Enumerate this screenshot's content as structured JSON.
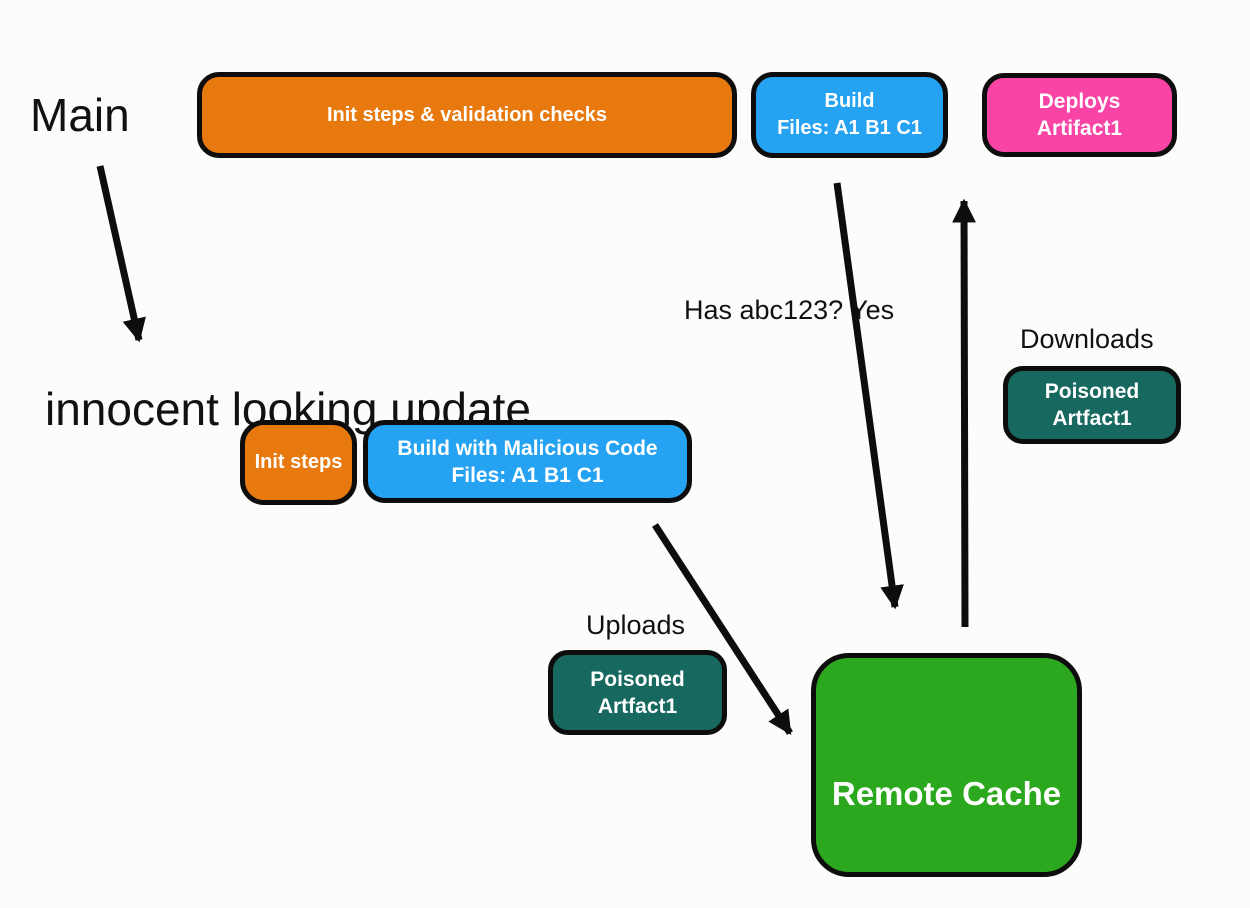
{
  "colors": {
    "background": "#FCFCFB",
    "outline": "#0d0d0d",
    "orange": "#E8790F",
    "blue": "#25A2F2",
    "pink": "#FA44A5",
    "teal": "#17685F",
    "green": "#2BA81D",
    "text": "#111111",
    "node_text": "#FFFFFF"
  },
  "branch_labels": {
    "main": "Main",
    "update_lines": [
      "innocent",
      "looking",
      "update"
    ]
  },
  "annotations": {
    "cache_check_lines": [
      "Has abc123?",
      "Yes"
    ],
    "downloads": "Downloads",
    "uploads": "Uploads"
  },
  "nodes": {
    "init_validation": {
      "lines": [
        "Init steps & validation checks"
      ]
    },
    "build_main": {
      "lines": [
        "Build",
        "Files: A1 B1 C1"
      ]
    },
    "deploys_artifact": {
      "lines": [
        "Deploys",
        "Artifact1"
      ]
    },
    "init_steps": {
      "lines": [
        "Init steps"
      ]
    },
    "build_malicious": {
      "lines": [
        "Build with Malicious Code",
        "Files: A1 B1 C1"
      ]
    },
    "poisoned_artifact_download": {
      "lines": [
        "Poisoned",
        "Artfact1"
      ]
    },
    "poisoned_artifact_upload": {
      "lines": [
        "Poisoned",
        "Artfact1"
      ]
    },
    "remote_cache": {
      "lines": [
        "Remote Cache"
      ]
    }
  }
}
